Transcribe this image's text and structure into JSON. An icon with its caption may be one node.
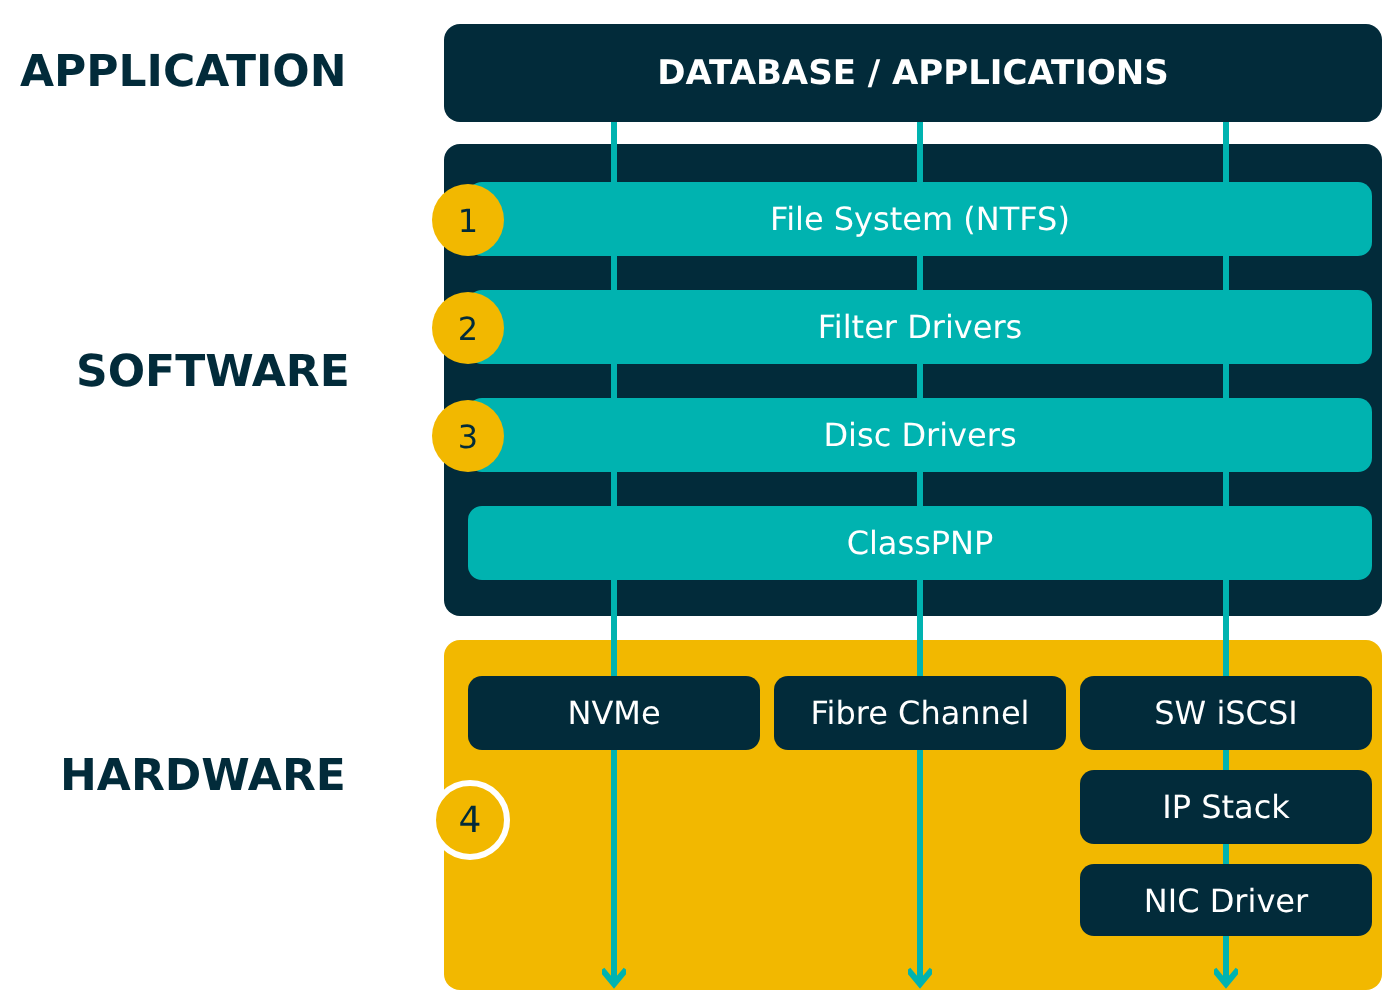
{
  "diagram": {
    "nodes": [
      {
        "text": [
          "DATABASE / APPLICATIONS"
        ]
      },
      {
        "text": [],
        "shape": "box"
      },
      {
        "text": [
          "File System (NTFS)"
        ],
        "in": 1
      },
      {
        "text": [
          "Filter Drivers"
        ],
        "in": 1
      },
      {
        "text": [
          "Disc Drivers"
        ],
        "in": 1
      },
      {
        "text": [
          "ClassPNP"
        ],
        "in": 1
      },
      {
        "text": [],
        "shape": "box"
      },
      {
        "text": [
          "NVMe"
        ],
        "in": 6
      },
      {
        "text": [
          "Fibre Channel"
        ],
        "in": 6
      },
      {
        "text": [
          "SW iSCSI"
        ],
        "in": 6
      },
      {
        "text": [
          "IP Stack"
        ],
        "in": 6
      },
      {
        "text": [
          "NIC Driver"
        ],
        "in": 6
      },
      {
        "text": [
          "1"
        ]
      },
      {
        "text": [
          "2"
        ]
      },
      {
        "text": [
          "3"
        ]
      },
      {
        "text": [
          "4"
        ]
      }
    ],
    "edges": [
      {
        "from": 0,
        "to": 2,
        "arrow": "none"
      },
      {
        "from": 2,
        "to": 3,
        "arrow": "none"
      },
      {
        "from": 3,
        "to": 4,
        "arrow": "none"
      },
      {
        "from": 4,
        "to": 5,
        "arrow": "none"
      },
      {
        "from": 5,
        "to": 7,
        "arrow": "none"
      },
      {
        "from": 7,
        "to": null,
        "arrow": "to"
      },
      {
        "from": 0,
        "to": 2,
        "arrow": "none"
      },
      {
        "from": 2,
        "to": 3,
        "arrow": "none"
      },
      {
        "from": 3,
        "to": 4,
        "arrow": "none"
      },
      {
        "from": 4,
        "to": 5,
        "arrow": "none"
      },
      {
        "from": 5,
        "to": 8,
        "arrow": "none"
      },
      {
        "from": 8,
        "to": null,
        "arrow": "to"
      },
      {
        "from": 0,
        "to": 2,
        "arrow": "none"
      },
      {
        "from": 2,
        "to": 3,
        "arrow": "none"
      },
      {
        "from": 3,
        "to": 4,
        "arrow": "none"
      },
      {
        "from": 4,
        "to": 5,
        "arrow": "none"
      },
      {
        "from": 5,
        "to": 9,
        "arrow": "none"
      },
      {
        "from": 9,
        "to": 10,
        "arrow": "none"
      },
      {
        "from": 10,
        "to": 11,
        "arrow": "none"
      },
      {
        "from": 11,
        "to": null,
        "arrow": "to"
      }
    ],
    "labels": [
      "APPLICATION",
      "SOFTWARE",
      "HARDWARE"
    ]
  }
}
